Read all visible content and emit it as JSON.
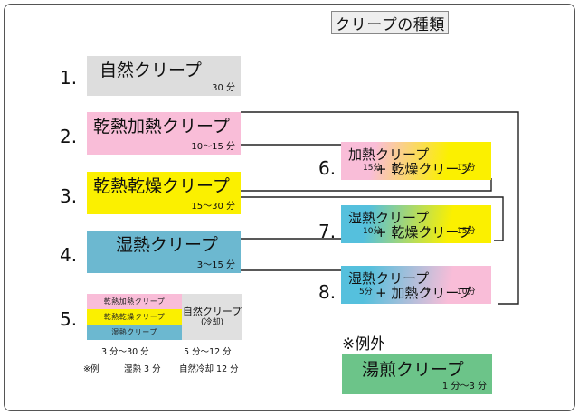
{
  "title": "クリープの種類",
  "colors": {
    "pink": "#f9bdd8",
    "yellow": "#fbf000",
    "blue": "#6cb8d0",
    "gray": "#dddddd",
    "green": "#6cc489",
    "wire": "#222222"
  },
  "items": [
    {
      "number": "1.",
      "label": "自然クリープ",
      "duration": "30 分",
      "color": "gray"
    },
    {
      "number": "2.",
      "label": "乾熱加熱クリープ",
      "duration": "10〜15 分",
      "color": "pink"
    },
    {
      "number": "3.",
      "label": "乾熱乾燥クリープ",
      "duration": "15〜30 分",
      "color": "yellow"
    },
    {
      "number": "4.",
      "label": "湿熱クリープ",
      "duration": "3〜15 分",
      "color": "blue"
    }
  ],
  "item5": {
    "number": "5.",
    "stack": [
      {
        "label": "乾熱加熱クリープ",
        "color": "pink"
      },
      {
        "label": "乾熱乾燥クリープ",
        "color": "yellow"
      },
      {
        "label": "湿熱クリープ",
        "color": "blue"
      }
    ],
    "cooling": {
      "label": "自然クリープ",
      "sub": "(冷却)"
    },
    "duration_left": "3 分〜30 分",
    "duration_right": "5 分〜12 分",
    "example_prefix": "※例",
    "example_left": "湿熱 3 分",
    "example_right": "自然冷却 12 分"
  },
  "combos": [
    {
      "number": "6.",
      "line1": "加熱クリープ",
      "line2": "+ 乾燥クリープ",
      "d1": "15分",
      "plus": "+",
      "d2": "15分",
      "gradient": "pink-yellow"
    },
    {
      "number": "7.",
      "line1": "湿熱クリープ",
      "line2": "+ 乾燥クリープ",
      "d1": "10分",
      "plus": "+",
      "d2": "15分",
      "gradient": "blue-yellow"
    },
    {
      "number": "8.",
      "line1": "湿熱クリープ",
      "line2": "+ 加熱クリープ",
      "d1": "5分",
      "plus": "+",
      "d2": "10分",
      "gradient": "blue-pink"
    }
  ],
  "exception": {
    "heading": "※例外",
    "label": "湯煎クリープ",
    "duration": "1 分〜3 分",
    "color": "green"
  }
}
